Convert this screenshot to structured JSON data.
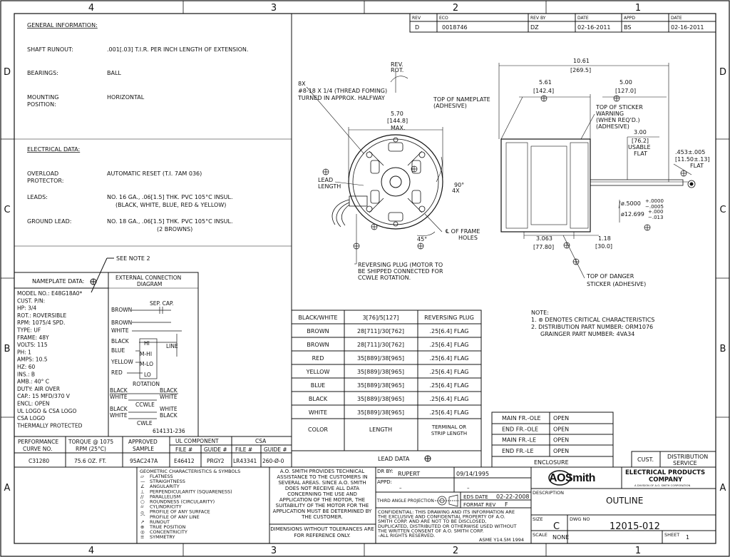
{
  "zones": {
    "cols": [
      "4",
      "3",
      "2",
      "1"
    ],
    "rows": [
      "D",
      "C",
      "B",
      "A"
    ]
  },
  "revision": {
    "headers": [
      "REV",
      "ECO",
      "REV BY",
      "DATE",
      "APPD",
      "DATE"
    ],
    "values": [
      "D",
      "0018746",
      "DZ",
      "02-16-2011",
      "BS",
      "02-16-2011"
    ]
  },
  "general": {
    "heading": "GENERAL INFORMATION:",
    "shaft_label": "SHAFT RUNOUT:",
    "shaft_value": ".001[.03] T.I.R. PER INCH LENGTH OF EXTENSION.",
    "bearings_label": "BEARINGS:",
    "bearings_value": "BALL",
    "mounting_label1": "MOUNTING",
    "mounting_label2": "POSITION:",
    "mounting_value": "HORIZONTAL"
  },
  "electrical": {
    "heading": "ELECTRICAL DATA:",
    "overload_label1": "OVERLOAD",
    "overload_label2": "PROTECTOR:",
    "overload_value": "AUTOMATIC RESET (T.I. 7AM 036)",
    "leads_label": "LEADS:",
    "leads_value1": "NO. 16 GA., .06[1.5] THK. PVC 105°C INSUL.",
    "leads_value2": "(BLACK, WHITE, BLUE, RED & YELLOW)",
    "ground_label": "GROUND LEAD:",
    "ground_value1": "NO. 18 GA., .06[1.5] THK. PVC 105°C INSUL.",
    "ground_value2": "(2 BROWNS)"
  },
  "nameplate": {
    "see_note": "SEE NOTE 2",
    "title": "NAMEPLATE DATA:",
    "lines": [
      "MODEL NO.: E48G18A0*",
      "CUST. P/N:",
      "HP:  3/4",
      "ROT.: ROVERSIBLE",
      "RPM:  1075/4 SPD.",
      "TYPE:  UF",
      "FRAME:  48Y",
      "VOLTS:  115",
      "PH:  1",
      "AMPS:  10.5",
      "HZ:  60",
      "INS.:  B",
      "AMB.:  40° C",
      "DUTY:  AIR OVER",
      "CAP.:  15 MFD/370 V",
      "ENCL:  OPEN",
      "UL LOGO & CSA LOGO",
      "CSA LOGO",
      "THERMALLY PROTECTED"
    ]
  },
  "connection": {
    "title1": "EXTERNAL CONNECTION",
    "title2": "DIAGRAM",
    "brown": "BROWN",
    "sep_cap": "SEP. CAP.",
    "brown2": "BROWN",
    "white": "WHITE",
    "black": "BLACK",
    "blue": "BLUE",
    "yellow": "YELLOW",
    "red": "RED",
    "hi": "HI",
    "mhi": "M-HI",
    "mlo": "M-LO",
    "lo": "LO",
    "line": "LINE",
    "rotation": "ROTATION",
    "ccwle": "CCWLE",
    "cwle": "CWLE",
    "part": "614131-236"
  },
  "curve": {
    "headers": [
      "PERFORMANCE CURVE NO.",
      "TORQUE @ 1075 RPM (25°C)",
      "APPROVED SAMPLE",
      "UL COMPONENT",
      "CSA"
    ],
    "sub": [
      "FILE #",
      "GUIDE #",
      "FILE #",
      "GUIDE #"
    ],
    "values": [
      "C31280",
      "75.6 OZ. FT.",
      "95AC247A",
      "E46412",
      "PRGY2",
      "LR43341",
      "260-Ø-0"
    ]
  },
  "geo": {
    "title": "GEOMETRIC CHARACTERISTICS & SYMBOLS",
    "items": [
      "FLATNESS",
      "STRAIGHTNESS",
      "ANGULARITY",
      "PERPENDICULARITY (SQUARENESS)",
      "PARALLELISM",
      "ROUNDNESS (CIRCULARITY)",
      "CYLINDRICITY",
      "PROFILE OF ANY SURFACE",
      "PROFILE OF ANY LINE",
      "RUNOUT",
      "TRUE POSITION",
      "CONCENTRICITY",
      "SYMMETRY"
    ],
    "symbols": [
      "⏥",
      "—",
      "∠",
      "⊥",
      "//",
      "○",
      "⌭",
      "⌓",
      "⌒",
      "↗",
      "⊕",
      "◎",
      "≡"
    ]
  },
  "disclaimer": {
    "text": [
      "A.O. SMITH PROVIDES TECHNICAL",
      "ASSISTANCE TO THE CUSTOMERS IN",
      "SEVERAL AREAS. SINCE A.O. SMITH",
      "DOES NOT RECEIVE ALL DATA",
      "CONCERNING THE USE AND",
      "APPLICATION OF THE MOTOR, THE",
      "SUITABILITY OF THE MOTOR FOR THE",
      "APPLICATION MUST BE DETERMINED BY",
      "THE CUSTOMER."
    ],
    "tol1": "DIMENSIONS WITHOUT TOLERANCES ARE",
    "tol2": "FOR REFERENCE ONLY."
  },
  "leads_table": {
    "headers": [
      "BLACK/WHITE",
      "3[76]/5[127]",
      "REVERSING PLUG"
    ],
    "rows": [
      [
        "BROWN",
        "28[711]/30[762]",
        ".25[6.4] FLAG"
      ],
      [
        "BROWN",
        "28[711]/30[762]",
        ".25[6.4] FLAG"
      ],
      [
        "RED",
        "35[889]/38[965]",
        ".25[6.4] FLAG"
      ],
      [
        "YELLOW",
        "35[889]/38[965]",
        ".25[6.4] FLAG"
      ],
      [
        "BLUE",
        "35[889]/38[965]",
        ".25[6.4] FLAG"
      ],
      [
        "BLACK",
        "35[889]/38[965]",
        ".25[6.4] FLAG"
      ],
      [
        "WHITE",
        "35[889]/38[965]",
        ".25[6.4] FLAG"
      ]
    ],
    "footer": [
      "COLOR",
      "LENGTH",
      "TERMINAL OR",
      "STRIP LENGTH"
    ],
    "title": "LEAD DATA"
  },
  "front_view": {
    "rev_rot1": "REV.",
    "rev_rot2": "ROT.",
    "note8x1": "8X",
    "note8x2": "#8-18 X 1/4 (THREAD FOMING)",
    "note8x3": "TURNED IN APPROX. HALFWAY",
    "dim_570a": "5.70",
    "dim_570b": "[144.8]",
    "dim_570c": "MAX.",
    "lead1": "LEAD",
    "lead2": "LENGTH",
    "ang90": "90°",
    "ang4x": "4X",
    "ang45": "45°",
    "cl_frame1": "℄ OF FRAME",
    "cl_frame2": "HOLES",
    "rev_plug1": "REVERSING PLUG (MOTOR TO",
    "rev_plug2": "BE SHIPPED CONNECTED FOR",
    "rev_plug3": "CCWLE ROTATION."
  },
  "side_view": {
    "top_np1": "TOP OF NAMEPLATE",
    "top_np2": "(ADHESIVE)",
    "dim_1061a": "10.61",
    "dim_1061b": "[269.5]",
    "dim_561a": "5.61",
    "dim_561b": "[142.4]",
    "dim_500a": "5.00",
    "dim_500b": "[127.0]",
    "sticker1": "TOP OF STICKER",
    "sticker2": "WARNING",
    "sticker3": "(WHEN REQ'D.)",
    "sticker4": "(ADHESIVE)",
    "dim_300a": "3.00",
    "dim_300b": "[76.2]",
    "dim_300c": "USABLE",
    "dim_300d": "FLAT",
    "dim_453a": ".453±.005",
    "dim_453b": "[11.50±.13]",
    "dim_453c": "FLAT",
    "shaft1": "ø.5000",
    "shaft1_tol_a": "+.0000",
    "shaft1_tol_b": "−.0005",
    "shaft2": "ø12.699",
    "shaft2_tol_a": "+.000",
    "shaft2_tol_b": "−.013",
    "dim_3063a": "3.063",
    "dim_3063b": "[77.80]",
    "dim_118a": "1.18",
    "dim_118b": "[30.0]",
    "danger1": "TOP OF DANGER",
    "danger2": "STICKER (ADHESIVE)"
  },
  "notes": {
    "title": "NOTE:",
    "n1": "1.  ⊛  DENOTES CRITICAL CHARACTERISTICS",
    "n2": "2.  DISTRIBUTION PART NUMBER:   ORM1076",
    "n3": "GRAINGER PART NUMBER:   4VA34"
  },
  "enclosure": {
    "rows": [
      [
        "MAIN FR.-OLE",
        "OPEN"
      ],
      [
        "END FR.-OLE",
        "OPEN"
      ],
      [
        "MAIN FR.-LE",
        "OPEN"
      ],
      [
        "END FR.-LE",
        "OPEN"
      ]
    ],
    "title": "ENCLOSURE"
  },
  "title_block": {
    "cust": "CUST.",
    "dist1": "DISTRIBUTION",
    "dist2": "SERVICE",
    "dr_by": "DR BY:",
    "dr_name": "RUPERT",
    "dr_date": "09/14/1995",
    "appd": "APPD:",
    "appd_val": "–",
    "appd_date": "–",
    "third_angle": "THIRD ANGLE PROJECTION",
    "eds_date_label": "EDS DATE",
    "eds_date": "02-22-2008",
    "format_rev_label": "FORMAT REV",
    "format_rev": "F",
    "conf": [
      "CONFIDENTIAL: THIS DRAWING AND ITS INFORMATION ARE",
      "THE EXCLUSIVE AND CONFIDENTIAL PROPERTY OF A.O.",
      "SMITH CORP. AND ARE NOT TO BE DISCLOSED,",
      "DUPLICATED, DISTRIBUTED OR OTHERWISE USED WITHOUT",
      "THE WRITTEN CONSENT OF A.O. SMITH CORP.",
      "–ALL RIGHTS RESERVED."
    ],
    "asme": "ASME Y14.5M 1994",
    "logo": "AOSmith",
    "company1": "ELECTRICAL PRODUCTS",
    "company2": "COMPANY",
    "company3": "A DIVISION OF A.O. SMITH CORPORATION",
    "desc_label": "DESCRIPTION",
    "desc": "OUTLINE",
    "size_label": "SIZE",
    "size": "C",
    "dwg_label": "DWG NO",
    "dwg": "12015-012",
    "scale_label": "SCALE",
    "scale": "NONE",
    "sheet_label": "SHEET",
    "sheet": "1"
  }
}
